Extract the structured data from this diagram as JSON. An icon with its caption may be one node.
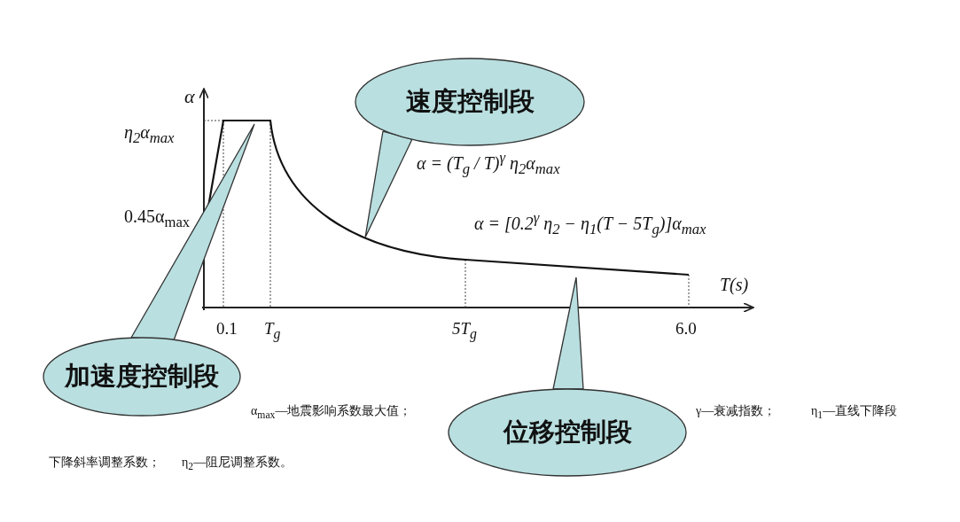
{
  "diagram": {
    "nodes": [
      {
        "text": [
          "速度控制段"
        ]
      },
      {
        "text": [
          "加速度控制段"
        ]
      },
      {
        "text": [
          "位移控制段"
        ]
      }
    ],
    "edges": [
      {
        "from": 0,
        "to": null,
        "arrow": "none"
      },
      {
        "from": 1,
        "to": null,
        "arrow": "none"
      },
      {
        "from": 2,
        "to": null,
        "arrow": "none"
      }
    ],
    "labels": [
      "α",
      "η$_{2}$α$_{max}$",
      "0.45α$_{max}$",
      "α = (T$_{g}$ / T)$^{γ}$ η$_{2}$α$_{max}$",
      "α = [0.2$^{γ}$ η$_{2}$ − η$_{1}$(T − 5T$_{g}$)]α$_{max}$",
      "T(s)",
      "0.1",
      "T$_{g}$",
      "5T$_{g}$",
      "6.0",
      "α$_{max}$—地震影响系数最大值；",
      "γ—衰减指数；",
      "η$_{1}$—直线下降段",
      "下降斜率调整系数；",
      "η$_{2}$—阻尼调整系数。"
    ]
  }
}
